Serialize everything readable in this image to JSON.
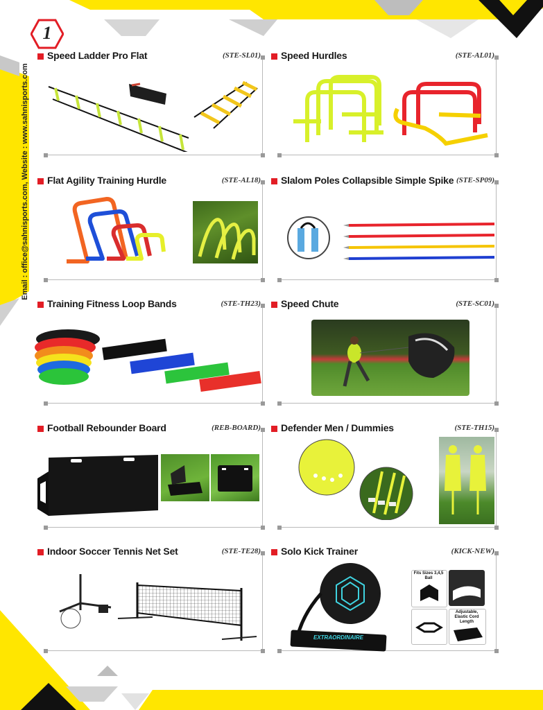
{
  "page_number": "1",
  "contact": "Email : office@sahnisports.com, Website : www.sahnisports.com",
  "colors": {
    "accent": "#ffe600",
    "bullet": "#e21d25",
    "dark": "#1a1a1a",
    "frame": "#b9b9b9"
  },
  "products": [
    {
      "title": "Speed Ladder Pro Flat",
      "code": "(STE-SL01)"
    },
    {
      "title": "Speed Hurdles",
      "code": "(STE-AL01)"
    },
    {
      "title": "Flat Agility Training Hurdle",
      "code": "(STE-AL18)"
    },
    {
      "title": "Slalom Poles Collapsible Simple Spike",
      "code": "(STE-SP09)"
    },
    {
      "title": "Training Fitness Loop Bands",
      "code": "(STE-TH23)"
    },
    {
      "title": "Speed Chute",
      "code": "(STE-SC01)"
    },
    {
      "title": "Football Rebounder Board",
      "code": "(REB-BOARD)"
    },
    {
      "title": "Defender Men / Dummies",
      "code": "(STE-TH15)"
    },
    {
      "title": "Indoor Soccer Tennis Net Set",
      "code": "(STE-TE28)"
    },
    {
      "title": "Solo Kick Trainer",
      "code": "(KICK-NEW)"
    }
  ],
  "kick_trainer": {
    "fits_label": "Fits Sizes 3,4,5 Ball",
    "cord_label": "Adjustable, Elastic Cord Length",
    "strap_text": "EXTRAORDINAIRE"
  }
}
